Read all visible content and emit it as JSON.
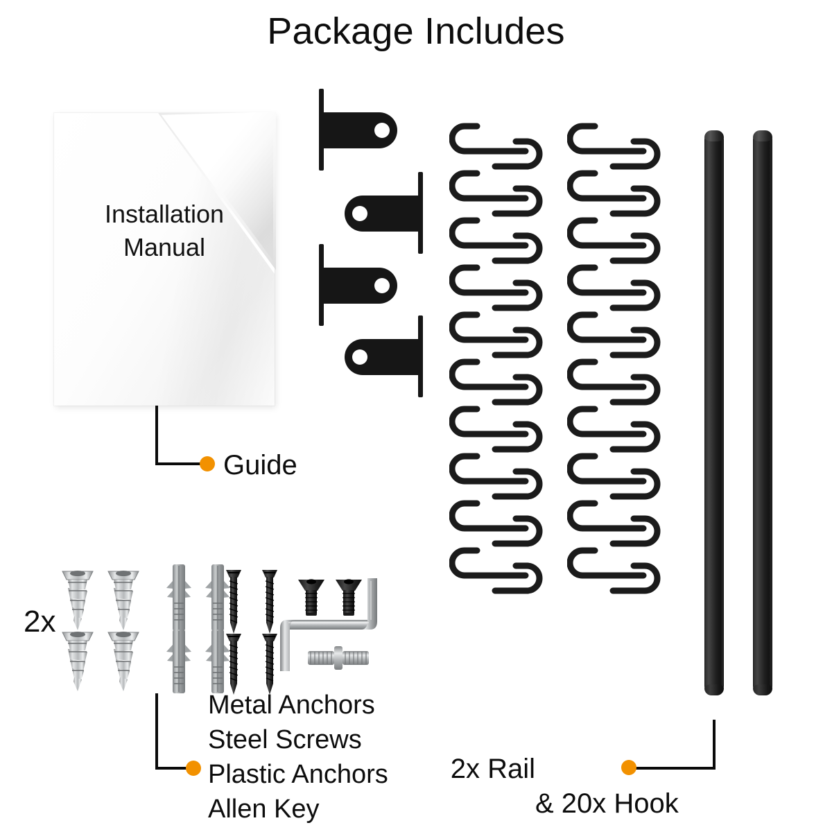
{
  "page": {
    "title": "Package Includes",
    "background_color": "#ffffff",
    "accent_color": "#f29100",
    "line_color": "#0a0a0a"
  },
  "manual": {
    "line1": "Installation",
    "line2": "Manual",
    "callout_label": "Guide"
  },
  "hardware": {
    "multiplier_label": "2x",
    "callout_labels": [
      "Metal Anchors",
      "Steel Screws",
      "Plastic Anchors",
      "Allen Key"
    ]
  },
  "rails": {
    "callout_line1": "2x Rail",
    "callout_line2": "& 20x Hook"
  },
  "components": {
    "brackets_count": 4,
    "hooks_per_column": 10,
    "hook_columns": 2,
    "hooks_total": 20,
    "rails_count": 2,
    "metal_anchors_count": 4,
    "plastic_anchors_count": 4,
    "steel_screws_count": 4,
    "black_bolts_count": 2,
    "allen_keys_count": 1,
    "studs_count": 1
  }
}
